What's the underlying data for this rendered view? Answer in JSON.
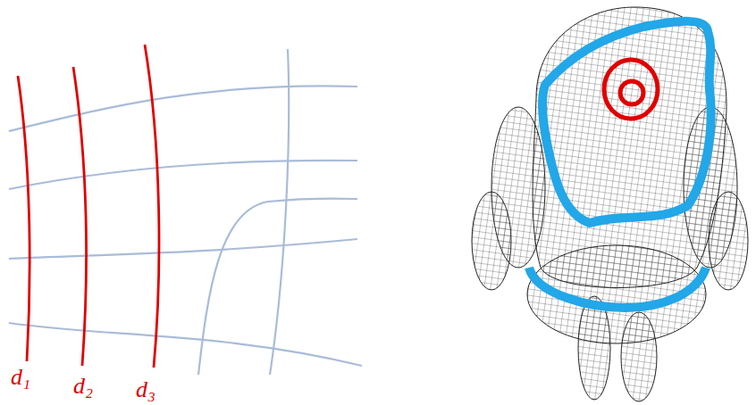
{
  "diagram": {
    "labels": [
      "d₁",
      "d₂",
      "d₃"
    ]
  }
}
